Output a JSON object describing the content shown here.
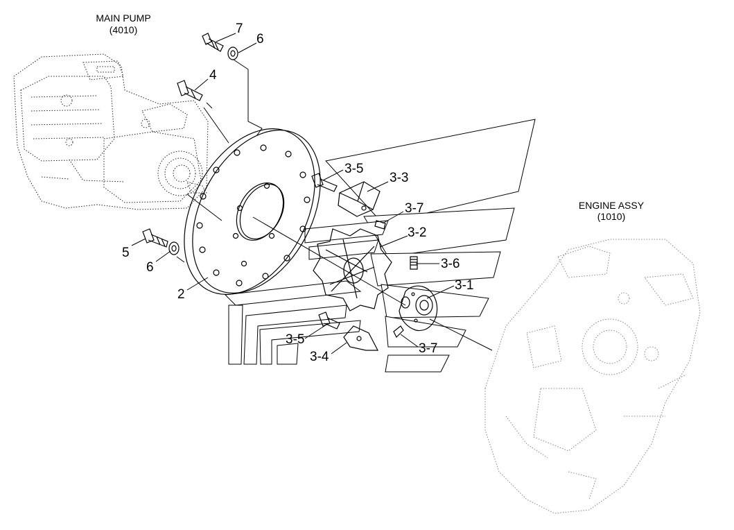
{
  "assemblies": {
    "main_pump": {
      "name": "MAIN PUMP",
      "code": "(4010)"
    },
    "engine": {
      "name": "ENGINE ASSY",
      "code": "(1010)"
    }
  },
  "callouts": {
    "c7": "7",
    "c6_top": "6",
    "c4": "4",
    "c5": "5",
    "c6_left": "6",
    "c2": "2",
    "c3_5_top": "3-5",
    "c3_3": "3-3",
    "c3_7_top": "3-7",
    "c3_2": "3-2",
    "c3_6": "3-6",
    "c3_1": "3-1",
    "c3_5_bottom": "3-5",
    "c3_4": "3-4",
    "c3_7_bottom": "3-7"
  }
}
